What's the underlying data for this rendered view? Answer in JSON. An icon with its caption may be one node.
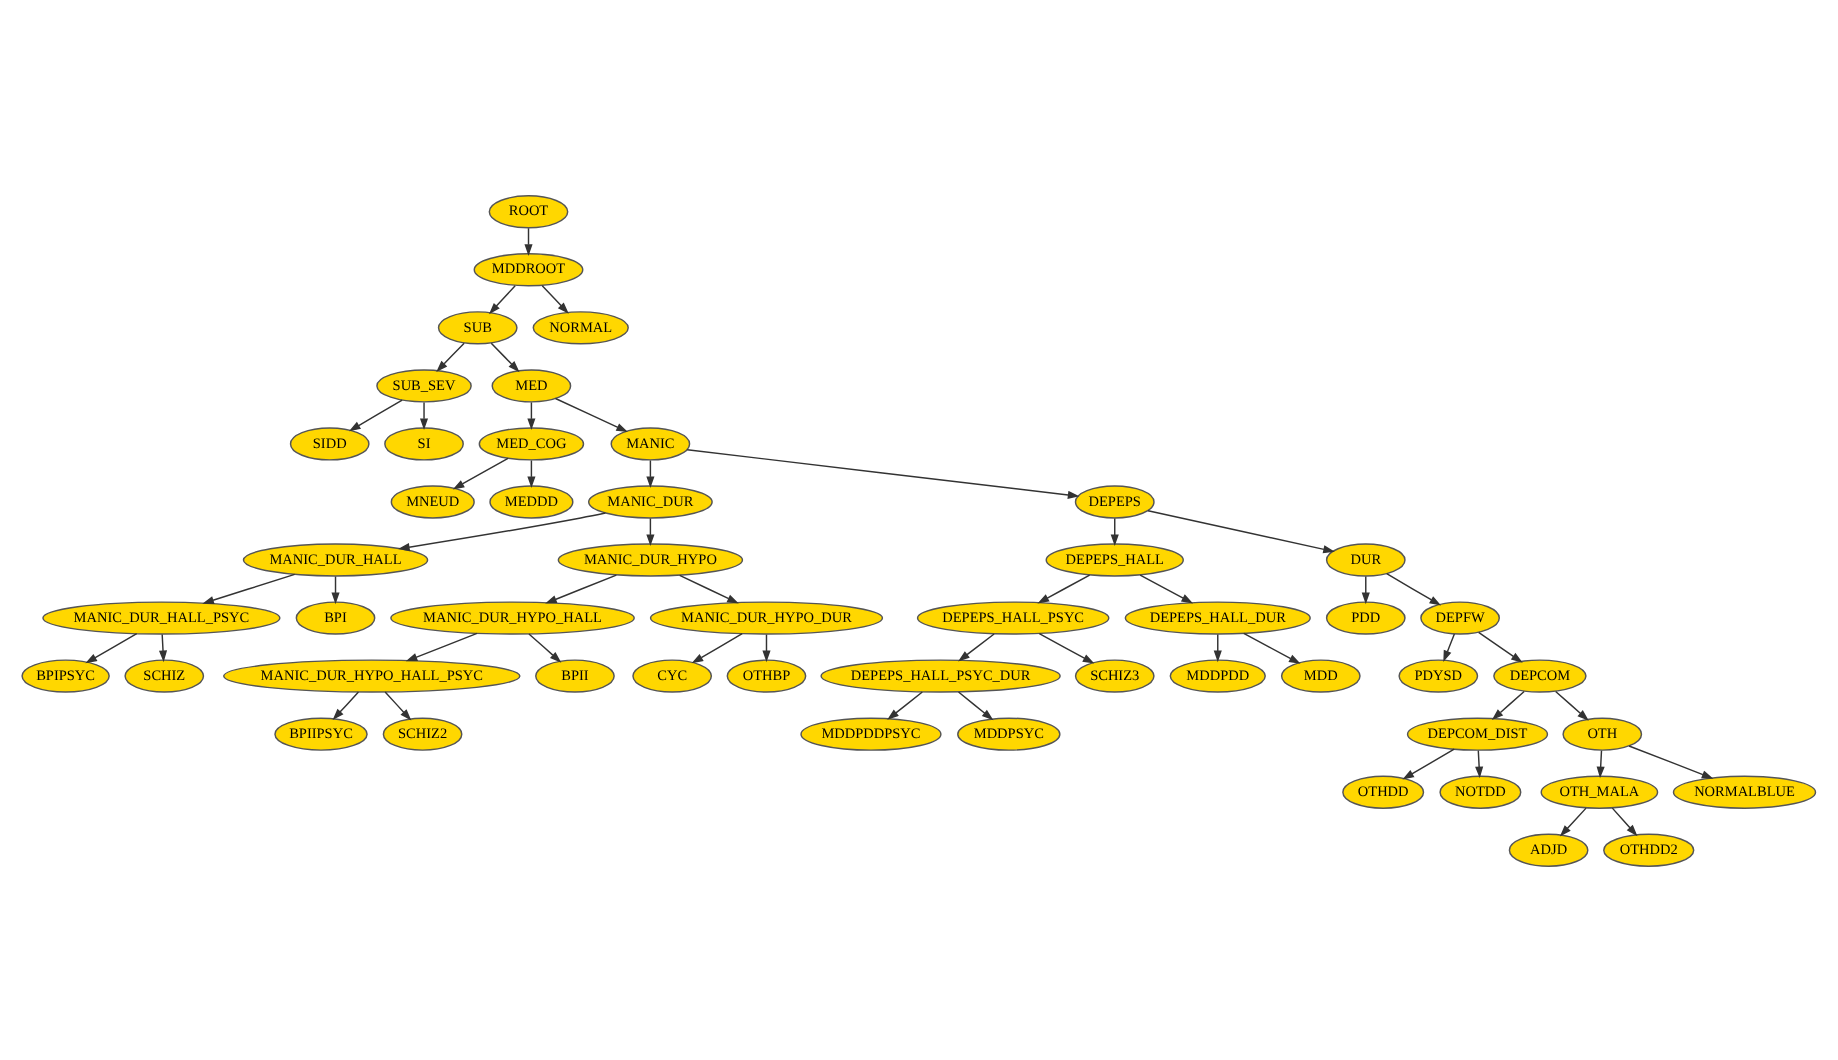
{
  "diagram": {
    "nodes": [
      {
        "text": [
          "ROOT"
        ]
      },
      {
        "text": [
          "MDDROOT"
        ]
      },
      {
        "text": [
          "SUB"
        ]
      },
      {
        "text": [
          "NORMAL"
        ]
      },
      {
        "text": [
          "SUB_SEV"
        ]
      },
      {
        "text": [
          "MED"
        ]
      },
      {
        "text": [
          "SIDD"
        ]
      },
      {
        "text": [
          "SI"
        ]
      },
      {
        "text": [
          "MED_COG"
        ]
      },
      {
        "text": [
          "MANIC"
        ]
      },
      {
        "text": [
          "MNEUD"
        ]
      },
      {
        "text": [
          "MEDDD"
        ]
      },
      {
        "text": [
          "MANIC_DUR"
        ]
      },
      {
        "text": [
          "DEPEPS"
        ]
      },
      {
        "text": [
          "MANIC_DUR_HALL"
        ]
      },
      {
        "text": [
          "MANIC_DUR_HYPO"
        ]
      },
      {
        "text": [
          "DEPEPS_HALL"
        ]
      },
      {
        "text": [
          "DUR"
        ]
      },
      {
        "text": [
          "MANIC_DUR_HALL_PSYC"
        ]
      },
      {
        "text": [
          "BPI"
        ]
      },
      {
        "text": [
          "MANIC_DUR_HYPO_HALL"
        ]
      },
      {
        "text": [
          "MANIC_DUR_HYPO_DUR"
        ]
      },
      {
        "text": [
          "DEPEPS_HALL_PSYC"
        ]
      },
      {
        "text": [
          "DEPEPS_HALL_DUR"
        ]
      },
      {
        "text": [
          "PDD"
        ]
      },
      {
        "text": [
          "DEPFW"
        ]
      },
      {
        "text": [
          "BPIPSYC"
        ]
      },
      {
        "text": [
          "SCHIZ"
        ]
      },
      {
        "text": [
          "MANIC_DUR_HYPO_HALL_PSYC"
        ]
      },
      {
        "text": [
          "BPII"
        ]
      },
      {
        "text": [
          "CYC"
        ]
      },
      {
        "text": [
          "OTHBP"
        ]
      },
      {
        "text": [
          "DEPEPS_HALL_PSYC_DUR"
        ]
      },
      {
        "text": [
          "SCHIZ3"
        ]
      },
      {
        "text": [
          "MDDPDD"
        ]
      },
      {
        "text": [
          "MDD"
        ]
      },
      {
        "text": [
          "PDYSD"
        ]
      },
      {
        "text": [
          "DEPCOM"
        ]
      },
      {
        "text": [
          "BPIIPSYC"
        ]
      },
      {
        "text": [
          "SCHIZ2"
        ]
      },
      {
        "text": [
          "MDDPDDPSYC"
        ]
      },
      {
        "text": [
          "MDDPSYC"
        ]
      },
      {
        "text": [
          "DEPCOM_DIST"
        ]
      },
      {
        "text": [
          "OTH"
        ]
      },
      {
        "text": [
          "OTHDD"
        ]
      },
      {
        "text": [
          "NOTDD"
        ]
      },
      {
        "text": [
          "OTH_MALA"
        ]
      },
      {
        "text": [
          "NORMALBLUE"
        ]
      },
      {
        "text": [
          "ADJD"
        ]
      },
      {
        "text": [
          "OTHDD2"
        ]
      }
    ],
    "edges": [
      {
        "from": 0,
        "to": 1,
        "arrow": "to"
      },
      {
        "from": 1,
        "to": 2,
        "arrow": "to"
      },
      {
        "from": 1,
        "to": 3,
        "arrow": "to"
      },
      {
        "from": 2,
        "to": 4,
        "arrow": "to"
      },
      {
        "from": 2,
        "to": 5,
        "arrow": "to"
      },
      {
        "from": 4,
        "to": 6,
        "arrow": "to"
      },
      {
        "from": 4,
        "to": 7,
        "arrow": "to"
      },
      {
        "from": 5,
        "to": 8,
        "arrow": "to"
      },
      {
        "from": 5,
        "to": 9,
        "arrow": "to"
      },
      {
        "from": 8,
        "to": 10,
        "arrow": "to"
      },
      {
        "from": 8,
        "to": 11,
        "arrow": "to"
      },
      {
        "from": 9,
        "to": 12,
        "arrow": "to"
      },
      {
        "from": 9,
        "to": 13,
        "arrow": "to"
      },
      {
        "from": 12,
        "to": 14,
        "arrow": "to"
      },
      {
        "from": 12,
        "to": 15,
        "arrow": "to"
      },
      {
        "from": 13,
        "to": 16,
        "arrow": "to"
      },
      {
        "from": 13,
        "to": 17,
        "arrow": "to"
      },
      {
        "from": 14,
        "to": 18,
        "arrow": "to"
      },
      {
        "from": 14,
        "to": 19,
        "arrow": "to"
      },
      {
        "from": 15,
        "to": 20,
        "arrow": "to"
      },
      {
        "from": 15,
        "to": 21,
        "arrow": "to"
      },
      {
        "from": 16,
        "to": 22,
        "arrow": "to"
      },
      {
        "from": 16,
        "to": 23,
        "arrow": "to"
      },
      {
        "from": 17,
        "to": 24,
        "arrow": "to"
      },
      {
        "from": 17,
        "to": 25,
        "arrow": "to"
      },
      {
        "from": 18,
        "to": 26,
        "arrow": "to"
      },
      {
        "from": 18,
        "to": 27,
        "arrow": "to"
      },
      {
        "from": 20,
        "to": 28,
        "arrow": "to"
      },
      {
        "from": 20,
        "to": 29,
        "arrow": "to"
      },
      {
        "from": 21,
        "to": 30,
        "arrow": "to"
      },
      {
        "from": 21,
        "to": 31,
        "arrow": "to"
      },
      {
        "from": 22,
        "to": 32,
        "arrow": "to"
      },
      {
        "from": 22,
        "to": 33,
        "arrow": "to"
      },
      {
        "from": 23,
        "to": 34,
        "arrow": "to"
      },
      {
        "from": 23,
        "to": 35,
        "arrow": "to"
      },
      {
        "from": 25,
        "to": 36,
        "arrow": "to"
      },
      {
        "from": 25,
        "to": 37,
        "arrow": "to"
      },
      {
        "from": 28,
        "to": 38,
        "arrow": "to"
      },
      {
        "from": 28,
        "to": 39,
        "arrow": "to"
      },
      {
        "from": 32,
        "to": 40,
        "arrow": "to"
      },
      {
        "from": 32,
        "to": 41,
        "arrow": "to"
      },
      {
        "from": 37,
        "to": 42,
        "arrow": "to"
      },
      {
        "from": 37,
        "to": 43,
        "arrow": "to"
      },
      {
        "from": 42,
        "to": 44,
        "arrow": "to"
      },
      {
        "from": 42,
        "to": 45,
        "arrow": "to"
      },
      {
        "from": 43,
        "to": 46,
        "arrow": "to"
      },
      {
        "from": 43,
        "to": 47,
        "arrow": "to"
      },
      {
        "from": 46,
        "to": 48,
        "arrow": "to"
      },
      {
        "from": 46,
        "to": 49,
        "arrow": "to"
      }
    ]
  }
}
